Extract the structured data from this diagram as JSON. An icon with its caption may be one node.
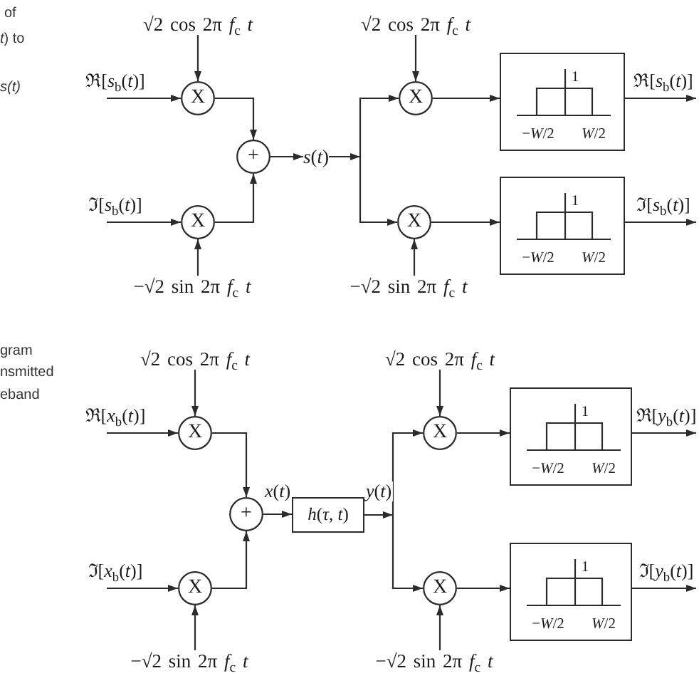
{
  "diagram": {
    "nodes": [
      {
        "text": [
          "√2 cos 2π *f*$_{c}$ *t*"
        ]
      },
      {
        "text": [
          "X"
        ]
      },
      {
        "text": [
          "X"
        ]
      },
      {
        "text": [
          "−√2 sin 2π *f*$_{c}$ *t*"
        ]
      },
      {
        "text": [
          "+"
        ]
      },
      {
        "text": [
          "*s*(*t*)"
        ]
      },
      {
        "text": [
          "√2 cos 2π *f*$_{c}$ *t*"
        ]
      },
      {
        "text": [
          "X"
        ]
      },
      {
        "text": [
          "X"
        ]
      },
      {
        "text": [
          "−√2 sin 2π *f*$_{c}$ *t*"
        ]
      },
      {
        "text": [
          "1",
          "−*W*/2",
          "*W*/2"
        ]
      },
      {
        "text": [
          "1",
          "−*W*/2",
          "*W*/2"
        ]
      },
      {
        "text": [
          "√2 cos 2π *f*$_{c}$ *t*"
        ]
      },
      {
        "text": [
          "X"
        ]
      },
      {
        "text": [
          "X"
        ]
      },
      {
        "text": [
          "−√2 sin 2π *f*$_{c}$ *t*"
        ]
      },
      {
        "text": [
          "+"
        ]
      },
      {
        "text": [
          "*h*(*τ*, *t*)"
        ]
      },
      {
        "text": [
          "√2 cos 2π *f*$_{c}$ *t*"
        ]
      },
      {
        "text": [
          "X"
        ]
      },
      {
        "text": [
          "X"
        ]
      },
      {
        "text": [
          "−√2 sin 2π *f*$_{c}$ *t*"
        ]
      },
      {
        "text": [
          "1",
          "−*W*/2",
          "*W*/2"
        ]
      },
      {
        "text": [
          "1",
          "−*W*/2",
          "*W*/2"
        ]
      }
    ],
    "edges": [
      {
        "from": null,
        "to": 1,
        "arrow": "to",
        "label": "ℜ[*s*$_{b}$(*t*)]"
      },
      {
        "from": null,
        "to": 2,
        "arrow": "to",
        "label": "ℑ[*s*$_{b}$(*t*)]"
      },
      {
        "from": 0,
        "to": 1,
        "arrow": "to"
      },
      {
        "from": 3,
        "to": 2,
        "arrow": "to"
      },
      {
        "from": 1,
        "to": 4,
        "arrow": "to"
      },
      {
        "from": 2,
        "to": 4,
        "arrow": "to"
      },
      {
        "from": 4,
        "to": 5,
        "arrow": "to"
      },
      {
        "from": 5,
        "to": 7,
        "arrow": "to"
      },
      {
        "from": 5,
        "to": 8,
        "arrow": "to"
      },
      {
        "from": 6,
        "to": 7,
        "arrow": "to"
      },
      {
        "from": 9,
        "to": 8,
        "arrow": "to"
      },
      {
        "from": 7,
        "to": 10,
        "arrow": "to"
      },
      {
        "from": 8,
        "to": 11,
        "arrow": "to"
      },
      {
        "from": 10,
        "to": null,
        "arrow": "to",
        "label": "ℜ[*s*$_{b}$(*t*)]"
      },
      {
        "from": 11,
        "to": null,
        "arrow": "to",
        "label": "ℑ[*s*$_{b}$(*t*)]"
      },
      {
        "from": null,
        "to": 13,
        "arrow": "to",
        "label": "ℜ[*x*$_{b}$(*t*)]"
      },
      {
        "from": null,
        "to": 14,
        "arrow": "to",
        "label": "ℑ[*x*$_{b}$(*t*)]"
      },
      {
        "from": 12,
        "to": 13,
        "arrow": "to"
      },
      {
        "from": 15,
        "to": 14,
        "arrow": "to"
      },
      {
        "from": 13,
        "to": 16,
        "arrow": "to"
      },
      {
        "from": 14,
        "to": 16,
        "arrow": "to"
      },
      {
        "from": 16,
        "to": 17,
        "arrow": "to",
        "label": "*x*(*t*)"
      },
      {
        "from": 17,
        "to": 19,
        "arrow": "to",
        "label": "*y*(*t*)"
      },
      {
        "from": 17,
        "to": 20,
        "arrow": "to"
      },
      {
        "from": 18,
        "to": 19,
        "arrow": "to"
      },
      {
        "from": 21,
        "to": 20,
        "arrow": "to"
      },
      {
        "from": 19,
        "to": 22,
        "arrow": "to"
      },
      {
        "from": 20,
        "to": 23,
        "arrow": "to"
      },
      {
        "from": 22,
        "to": null,
        "arrow": "to",
        "label": "ℜ[*y*$_{b}$(*t*)]"
      },
      {
        "from": 23,
        "to": null,
        "arrow": "to",
        "label": "ℑ[*y*$_{b}$(*t*)]"
      }
    ],
    "labels": [
      "of",
      "*t*) to",
      "s(t)",
      "gram",
      "nsmitted",
      "eband"
    ]
  }
}
